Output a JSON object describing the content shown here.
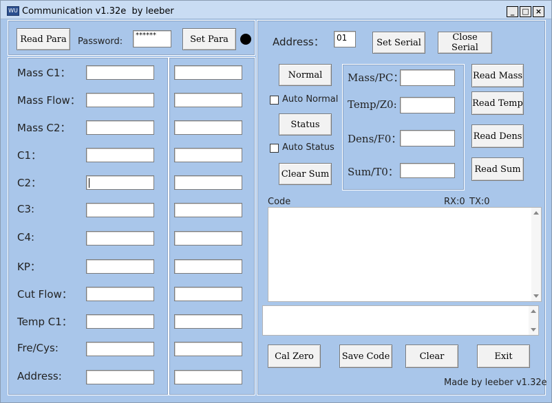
{
  "window": {
    "title": "Communication v1.32e  by leeber",
    "icon_glyph": "WU",
    "min_label": "_",
    "max_label": "□",
    "close_label": "×"
  },
  "top_left": {
    "read_para": "Read Para",
    "password_label": "Password:",
    "password_value": "******",
    "set_para": "Set Para"
  },
  "params": {
    "labels": [
      "Mass C1：",
      "Mass Flow：",
      "Mass C2：",
      "C1：",
      "C2：",
      "C3:",
      "C4:",
      "KP：",
      "Cut Flow：",
      "Temp C1：",
      "Fre/Cys:",
      "Address:"
    ]
  },
  "serial": {
    "address_label": "Address：",
    "address_value": "01",
    "set_serial": "Set Serial",
    "close_serial": "Close Serial"
  },
  "controls": {
    "normal": "Normal",
    "auto_normal": "Auto Normal",
    "status": "Status",
    "auto_status": "Auto Status",
    "clear_sum": "Clear Sum"
  },
  "readings": {
    "mass_label": "Mass/PC：",
    "temp_label": "Temp/Z0:",
    "dens_label": "Dens/F0：",
    "sum_label": "Sum/T0："
  },
  "read_buttons": {
    "read_mass": "Read Mass",
    "read_temp": "Read Temp",
    "read_dens": "Read Dens",
    "read_sum": "Read Sum"
  },
  "code": {
    "label": "Code",
    "rx": "RX:0",
    "tx": "TX:0"
  },
  "actions": {
    "cal_zero": "Cal Zero",
    "save_code": "Save Code",
    "clear": "Clear",
    "exit": "Exit"
  },
  "footer": "Made by leeber v1.32e"
}
